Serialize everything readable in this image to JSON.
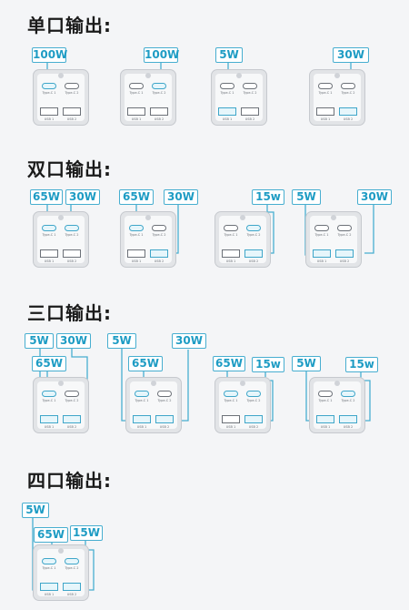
{
  "sections": [
    {
      "title": "单口输出:"
    },
    {
      "title": "双口输出:"
    },
    {
      "title": "三口输出:"
    },
    {
      "title": "四口输出:"
    }
  ],
  "port_labels": {
    "c1": "Type-C 1",
    "c2": "Type-C 2",
    "a1": "USB 1",
    "a2": "USB 2"
  },
  "configs": [
    {
      "section": 0,
      "ports": {
        "c1": "100W"
      }
    },
    {
      "section": 0,
      "ports": {
        "c2": "100W"
      }
    },
    {
      "section": 0,
      "ports": {
        "a1": "5W"
      }
    },
    {
      "section": 0,
      "ports": {
        "a2": "30W"
      }
    },
    {
      "section": 1,
      "ports": {
        "c1": "65W",
        "c2": "30W"
      }
    },
    {
      "section": 1,
      "ports": {
        "c1": "65W",
        "a2": "30W"
      }
    },
    {
      "section": 1,
      "ports": {
        "c2": "15w",
        "a2": ""
      }
    },
    {
      "section": 1,
      "ports": {
        "a1": "5W",
        "a2": "30W"
      }
    },
    {
      "section": 2,
      "ports": {
        "a1": "5W",
        "a2": "30W",
        "c1": "65W"
      }
    },
    {
      "section": 2,
      "ports": {
        "a1": "5W",
        "a2": "30W",
        "c1": "65W"
      }
    },
    {
      "section": 2,
      "ports": {
        "c1": "65W",
        "c2": "15w",
        "a2": ""
      }
    },
    {
      "section": 2,
      "ports": {
        "a1": "5W",
        "c2": "15w",
        "a2": ""
      }
    },
    {
      "section": 3,
      "ports": {
        "a1": "5W",
        "c1": "65W",
        "c2": "15W",
        "a2": ""
      }
    }
  ],
  "colors": {
    "accent": "#47aed0",
    "badge_text": "#1e9cc4",
    "title": "#1a1a1a",
    "background": "#f4f5f7"
  }
}
